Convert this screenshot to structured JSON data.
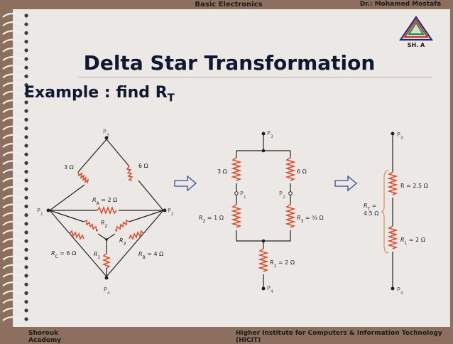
{
  "header": {
    "course": "Basic Electronics",
    "author": "Dr.: Mohamed Mostafa"
  },
  "footer": {
    "left": "Shorouk Academy",
    "right": "Higher Institute for Computers & Information Technology (HICIT)"
  },
  "logo": {
    "text": "SH. A",
    "icon": "pyramid-logo-icon"
  },
  "slide": {
    "title": "Delta Star Transformation",
    "subtitle_prefix": "Example : find R",
    "subtitle_sub": "T"
  },
  "diagram1": {
    "p3": "P",
    "p3_sub": "3",
    "p1": "P",
    "p1_sub": "1",
    "p2": "P",
    "p2_sub": "2",
    "p4": "P",
    "p4_sub": "4",
    "r_left": "3 Ω",
    "r_right": "6 Ω",
    "ra": "R",
    "ra_sub": "A",
    "ra_val": " = 2 Ω",
    "r2": "R",
    "r2_sub": "2",
    "r3": "R",
    "r3_sub": "3",
    "r1": "R",
    "r1_sub": "1",
    "rc": "R",
    "rc_sub": "C",
    "rc_val": " = 6 Ω",
    "rb": "R",
    "rb_sub": "B",
    "rb_val": " = 4 Ω"
  },
  "diagram2": {
    "p3": "P",
    "p3_sub": "3",
    "p1": "P",
    "p1_sub": "1",
    "p2": "P",
    "p2_sub": "2",
    "p4": "P",
    "p4_sub": "4",
    "r_left": "3 Ω",
    "r_right": "6 Ω",
    "r2": "R",
    "r2_sub": "2",
    "r2_val": " = 1 Ω",
    "r3": "R",
    "r3_sub": "3",
    "r3_val": " = ²⁄₃ Ω",
    "r1": "R",
    "r1_sub": "1",
    "r1_val": " = 2 Ω"
  },
  "diagram3": {
    "p3": "P",
    "p3_sub": "3",
    "p4": "P",
    "p4_sub": "4",
    "r_top": "R = 2.5 Ω",
    "r1": "R",
    "r1_sub": "1",
    "r1_val": " = 2 Ω",
    "rt": "R",
    "rt_sub": "T",
    "rt_eq": " =",
    "rt_val": "4.5 Ω"
  },
  "colors": {
    "frame": "#8c6f5e",
    "slide_bg": "#ece8e6",
    "title": "#0e1830",
    "resistor": "#d94a2a",
    "arrow": "#2f4f8f",
    "label_blue": "#3466b8"
  }
}
